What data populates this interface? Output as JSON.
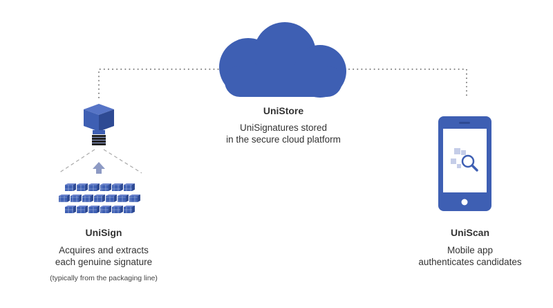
{
  "colors": {
    "primary": "#3e5fb3",
    "primary_dark": "#2e4a93",
    "primary_light": "#c5cde8",
    "dots": "#7f7f7f",
    "text": "#333333"
  },
  "cloud": {
    "icon": "cloud-icon",
    "title": "UniStore",
    "desc_lines": [
      "UniSignatures stored",
      "in the secure cloud platform"
    ]
  },
  "unisign": {
    "icon": "scanner-camera-icon",
    "title": "UniSign",
    "desc_lines": [
      "Acquires and extracts",
      "each genuine signature"
    ],
    "note": "(typically from the packaging line)"
  },
  "uniscan": {
    "icon": "smartphone-icon",
    "title": "UniScan",
    "desc_lines": [
      "Mobile app",
      "authenticates candidates"
    ]
  }
}
